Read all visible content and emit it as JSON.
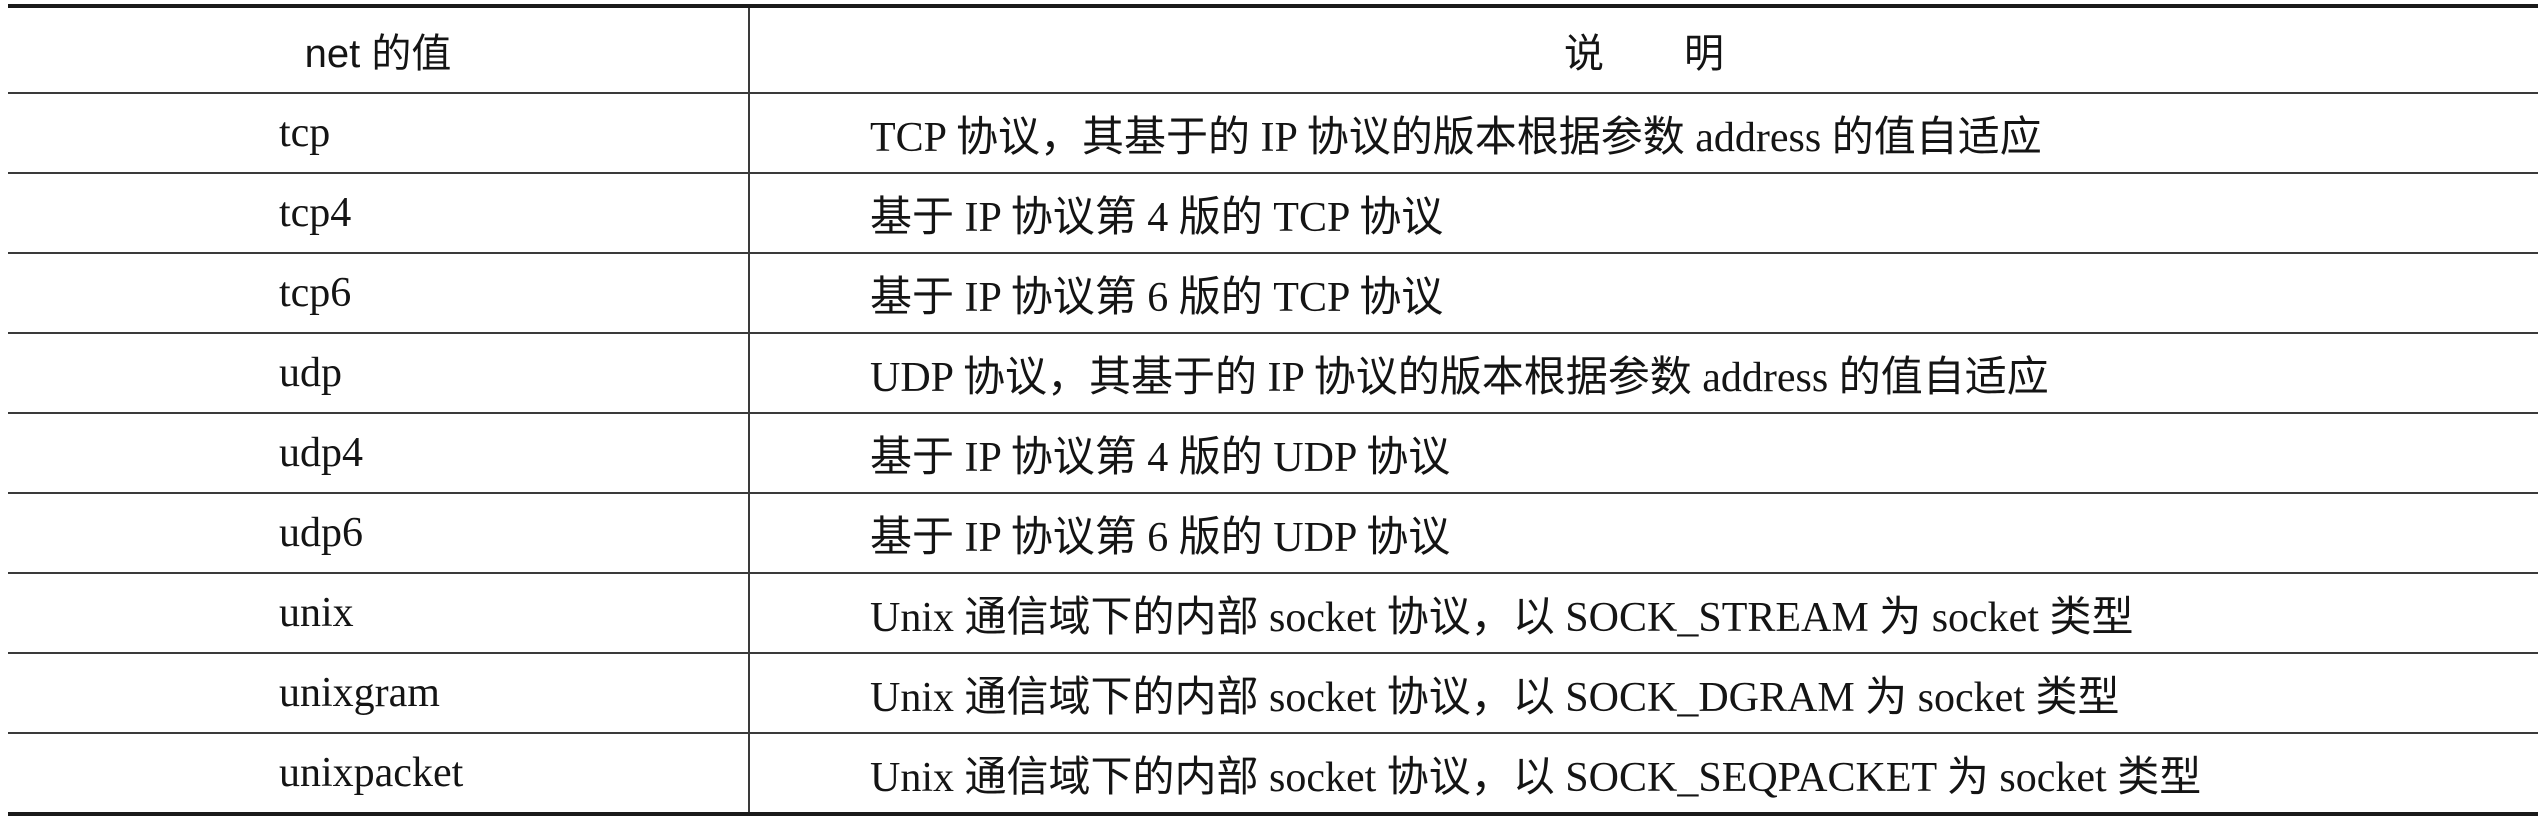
{
  "table": {
    "headers": {
      "net": "net 的值",
      "desc": "说　　明"
    },
    "rows": [
      {
        "net": "tcp",
        "desc": "TCP 协议，其基于的 IP 协议的版本根据参数 address 的值自适应"
      },
      {
        "net": "tcp4",
        "desc": "基于 IP 协议第 4 版的 TCP 协议"
      },
      {
        "net": "tcp6",
        "desc": "基于 IP 协议第 6 版的 TCP 协议"
      },
      {
        "net": "udp",
        "desc": "UDP 协议，其基于的 IP 协议的版本根据参数 address 的值自适应"
      },
      {
        "net": "udp4",
        "desc": "基于 IP 协议第 4 版的 UDP 协议"
      },
      {
        "net": "udp6",
        "desc": "基于 IP 协议第 6 版的 UDP 协议"
      },
      {
        "net": "unix",
        "desc": "Unix 通信域下的内部 socket 协议，以 SOCK_STREAM 为 socket 类型"
      },
      {
        "net": "unixgram",
        "desc": "Unix 通信域下的内部 socket 协议，以 SOCK_DGRAM 为 socket 类型"
      },
      {
        "net": "unixpacket",
        "desc": "Unix 通信域下的内部 socket 协议，以 SOCK_SEQPACKET 为 socket 类型"
      }
    ]
  }
}
